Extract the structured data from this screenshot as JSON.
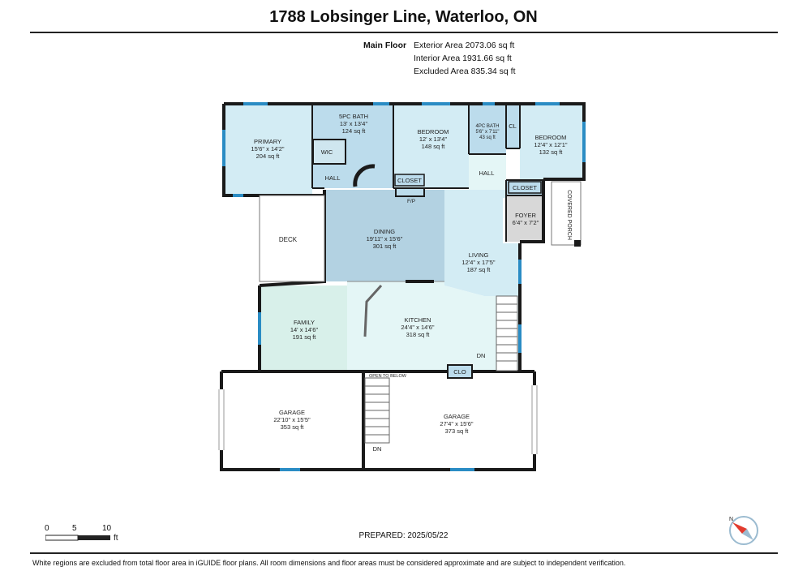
{
  "header": {
    "title": "1788 Lobsinger Line, Waterloo, ON",
    "floor_label": "Main Floor",
    "areas": [
      "Exterior Area 2073.06 sq ft",
      "Interior Area 1931.66 sq ft",
      "Excluded Area 835.34 sq ft"
    ]
  },
  "rooms": {
    "primary": {
      "name": "PRIMARY",
      "dims": "15'6\" x 14'2\"",
      "area": "204 sq ft"
    },
    "bath5": {
      "name": "5PC BATH",
      "dims": "13' x 13'4\"",
      "area": "124 sq ft"
    },
    "bedroom1": {
      "name": "BEDROOM",
      "dims": "12' x 13'4\"",
      "area": "148 sq ft"
    },
    "bath4": {
      "name": "4PC BATH",
      "dims": "5'6\" x 7'11\"",
      "area": "43 sq ft"
    },
    "bedroom2": {
      "name": "BEDROOM",
      "dims": "12'4\" x 12'1\"",
      "area": "132 sq ft"
    },
    "dining": {
      "name": "DINING",
      "dims": "19'11\" x 15'6\"",
      "area": "301 sq ft"
    },
    "living": {
      "name": "LIVING",
      "dims": "12'4\" x 17'5\"",
      "area": "187 sq ft"
    },
    "foyer": {
      "name": "FOYER",
      "dims": "6'4\" x 7'2\""
    },
    "family": {
      "name": "FAMILY",
      "dims": "14' x 14'6\"",
      "area": "191 sq ft"
    },
    "kitchen": {
      "name": "KITCHEN",
      "dims": "24'4\" x 14'6\"",
      "area": "318 sq ft"
    },
    "garage1": {
      "name": "GARAGE",
      "dims": "22'10\" x 15'5\"",
      "area": "353 sq ft"
    },
    "garage2": {
      "name": "GARAGE",
      "dims": "27'4\" x 15'6\"",
      "area": "373 sq ft"
    }
  },
  "labels": {
    "wic": "WIC",
    "hall": "HALL",
    "closet": "CLOSET",
    "cl": "CL",
    "fp": "F/P",
    "deck": "DECK",
    "covered_porch": "COVERED PORCH",
    "clo": "CLO",
    "dn": "DN",
    "open_to_below": "OPEN TO BELOW"
  },
  "scale": {
    "ticks": [
      "0",
      "5",
      "10"
    ],
    "unit": "ft"
  },
  "prepared": "PREPARED: 2025/05/22",
  "disclaimer": "White regions are excluded from total floor area in iGUIDE floor plans. All room dimensions and floor areas must be considered approximate and are subject to independent verification.",
  "colors": {
    "room_fill": "#d3ecf4",
    "kitchen_fill": "#e4f6f6",
    "family_fill": "#d8f0ea",
    "dining_fill": "#b3d2e2",
    "bath_fill": "#bcdcec",
    "wall": "#1a1a1a",
    "window": "#2a8cc4",
    "garage_fill": "#ffffff"
  }
}
